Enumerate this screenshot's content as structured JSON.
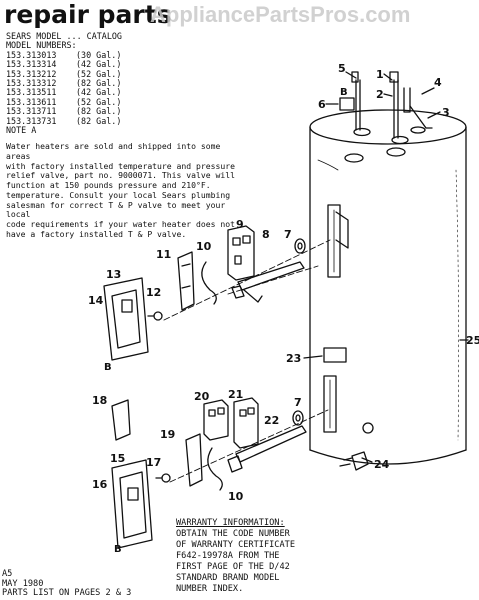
{
  "title": "repair parts",
  "watermark": "AppliancePartsPros.com",
  "header_line": "SEARS MODEL ... CATALOG",
  "model_numbers_label": "MODEL NUMBERS:",
  "models": [
    {
      "number": "153.313013",
      "size": "(30 Gal.)"
    },
    {
      "number": "153.313314",
      "size": "(42 Gal.)"
    },
    {
      "number": "153.313212",
      "size": "(52 Gal.)"
    },
    {
      "number": "153.313312",
      "size": "(82 Gal.)"
    },
    {
      "number": "153.313511",
      "size": "(42 Gal.)"
    },
    {
      "number": "153.313611",
      "size": "(52 Gal.)"
    },
    {
      "number": "153.313711",
      "size": "(82 Gal.)"
    },
    {
      "number": "153.313731",
      "size": "(82 Gal.)"
    }
  ],
  "note_title": "NOTE A",
  "note_lines": [
    "Water heaters are sold and shipped into some areas",
    "with factory installed temperature and pressure",
    "relief valve, part no. 9000071. This valve will",
    "function at 150 pounds pressure and 210°F.",
    "temperature. Consult your local Sears plumbing",
    "salesman for correct T & P valve to meet your local",
    "code requirements if your water heater does not",
    "have a factory installed T & P valve."
  ],
  "callouts": {
    "c1": "1",
    "c2": "2",
    "c3": "3",
    "c4": "4",
    "c5": "5",
    "c6": "6",
    "c7a": "7",
    "c7b": "7",
    "c8": "8",
    "c9": "9",
    "c10a": "10",
    "c10b": "10",
    "c11": "11",
    "c12": "12",
    "c13": "13",
    "c14": "14",
    "c15": "15",
    "c16": "16",
    "c17": "17",
    "c18": "18",
    "c19": "19",
    "c20": "20",
    "c21": "21",
    "c22": "22",
    "c23": "23",
    "c24": "24",
    "c25": "25",
    "b_top": "B",
    "b_mid": "B",
    "b_bot": "B"
  },
  "warranty": {
    "title": "WARRANTY INFORMATION:",
    "lines": [
      "OBTAIN THE CODE NUMBER",
      "OF WARRANTY CERTIFICATE",
      "F642-19978A FROM THE",
      "FIRST PAGE OF THE D/42",
      "STANDARD BRAND MODEL",
      "NUMBER INDEX."
    ]
  },
  "footer": {
    "code": "A5",
    "date": "MAY 1980",
    "parts_list": "PARTS LIST ON PAGES 2 & 3"
  }
}
